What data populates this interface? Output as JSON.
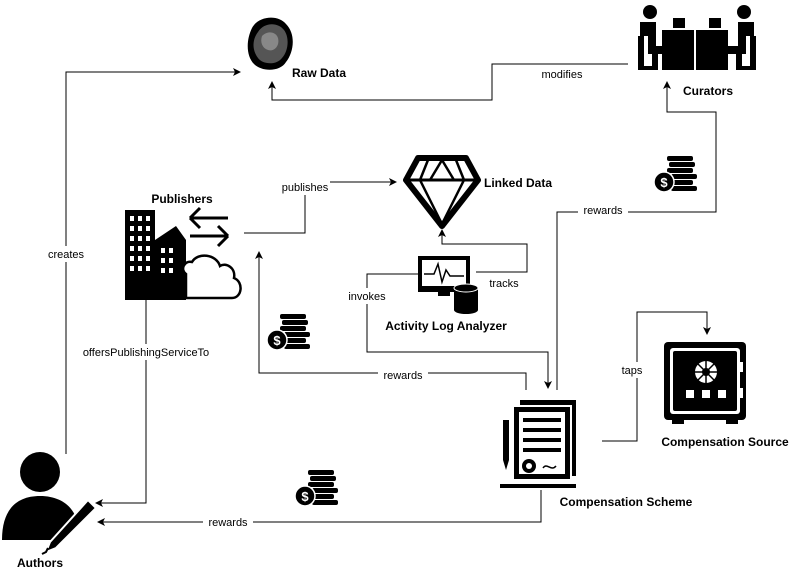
{
  "nodes": {
    "raw_data": "Raw Data",
    "curators": "Curators",
    "publishers": "Publishers",
    "linked_data": "Linked Data",
    "activity_log_analyzer": "Activity Log Analyzer",
    "compensation_source": "Compensation Source",
    "compensation_scheme": "Compensation Scheme",
    "authors": "Authors"
  },
  "edges": {
    "modifies": "modifies",
    "publishes": "publishes",
    "rewards_curators": "rewards",
    "creates": "creates",
    "tracks": "tracks",
    "invokes": "invokes",
    "offers_publishing_service_to": "offersPublishingServiceTo",
    "rewards_publishers": "rewards",
    "taps": "taps",
    "rewards_authors": "rewards"
  },
  "icons": {
    "raw_data": "rock-icon",
    "curators": "office-workers-icon",
    "publishers": "city-cloud-icon",
    "linked_data": "diamond-icon",
    "activity_log_analyzer": "monitor-database-icon",
    "compensation_source": "safe-icon",
    "compensation_scheme": "contract-icon",
    "authors": "writer-icon",
    "money": "coin-stack-icon"
  },
  "colors": {
    "stroke": "#000000",
    "fill": "#000000",
    "background": "#ffffff"
  }
}
